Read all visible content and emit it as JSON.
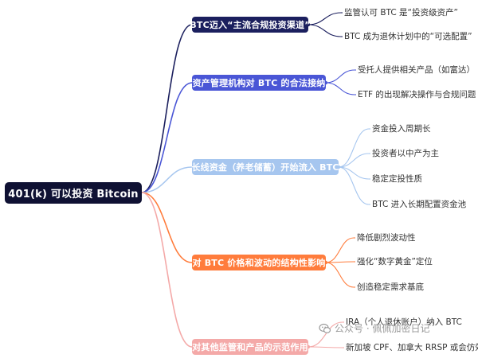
{
  "root": {
    "label": "401(k) 可以投资 Bitcoin"
  },
  "branches": [
    {
      "label": "BTC迈入“主流合规投资渠道”",
      "color": "#1b1f5e",
      "children": [
        "监管认可 BTC 是“投资级资产”",
        "BTC 成为退休计划中的“可选配置”"
      ]
    },
    {
      "label": "资产管理机构对 BTC 的合法接纳",
      "color": "#4a56d6",
      "children": [
        "受托人提供相关产品（如富达）",
        "ETF 的出现解决操作与合规问题"
      ]
    },
    {
      "label": "长线资金（养老储蓄）开始流入 BTC",
      "color": "#a6c6ef",
      "children": [
        "资金投入周期长",
        "投资者以中产为主",
        "稳定定投性质",
        "BTC 进入长期配置资金池"
      ]
    },
    {
      "label": "对 BTC 价格和波动的结构性影响",
      "color": "#ff7c3c",
      "children": [
        "降低剧烈波动性",
        "强化“数字黄金”定位",
        "创造稳定需求基底"
      ]
    },
    {
      "label": "对其他监管和产品的示范作用",
      "color": "#f4a9a8",
      "children": [
        "IRA（个人退休账户）纳入 BTC",
        "新加坡 CPF、加拿大 RRSP 或会仿效"
      ]
    }
  ],
  "watermark": {
    "text": "公众号 · 佩佩加密日记",
    "icon": "wechat-icon"
  }
}
